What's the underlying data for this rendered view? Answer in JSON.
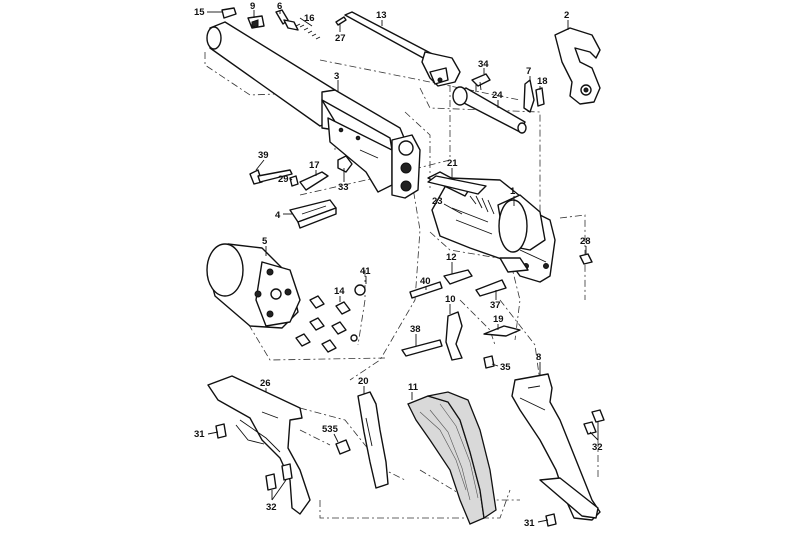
{
  "callouts": {
    "c15": "15",
    "c9": "9",
    "c6": "6",
    "c16": "16",
    "c27": "27",
    "c13": "13",
    "c2": "2",
    "c3": "3",
    "c34": "34",
    "c7": "7",
    "c18": "18",
    "c24": "24",
    "c39": "39",
    "c29": "29",
    "c17": "17",
    "c33": "33",
    "c21": "21",
    "c1": "1",
    "c23": "23",
    "c4": "4",
    "c28": "28",
    "c5": "5",
    "c41": "41",
    "c14": "14",
    "c12": "12",
    "c40": "40",
    "c37": "37",
    "c10": "10",
    "c38": "38",
    "c19": "19",
    "c35": "35",
    "c26": "26",
    "c20": "20",
    "c11": "11",
    "c8": "8",
    "c31a": "31",
    "c535": "535",
    "c32a": "32",
    "c32b": "32",
    "c31b": "31"
  }
}
